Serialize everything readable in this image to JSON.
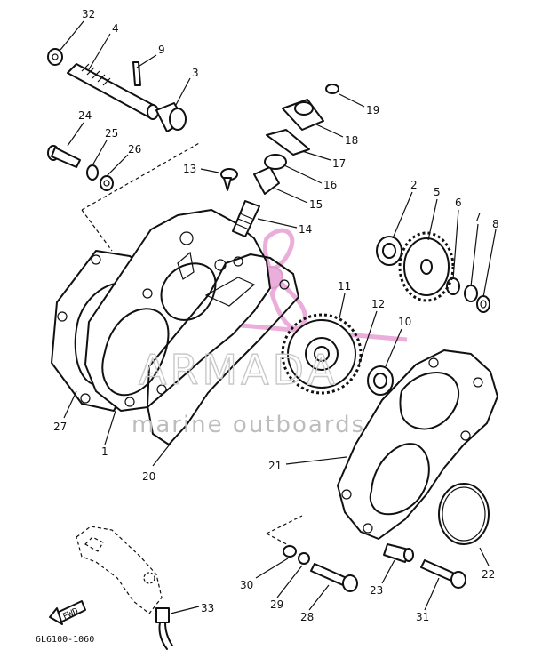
{
  "watermark": {
    "brand": "ARMADA",
    "tagline": "marine outboards",
    "logo_color": "#e8a0d4"
  },
  "diagram": {
    "part_code": "6L6100-1060",
    "fwd_arrow_label": "FWD",
    "callouts": [
      "32",
      "4",
      "9",
      "3",
      "24",
      "25",
      "26",
      "13",
      "19",
      "18",
      "17",
      "16",
      "15",
      "14",
      "2",
      "5",
      "6",
      "7",
      "8",
      "11",
      "12",
      "10",
      "27",
      "1",
      "20",
      "21",
      "22",
      "30",
      "29",
      "28",
      "23",
      "31",
      "33"
    ]
  }
}
